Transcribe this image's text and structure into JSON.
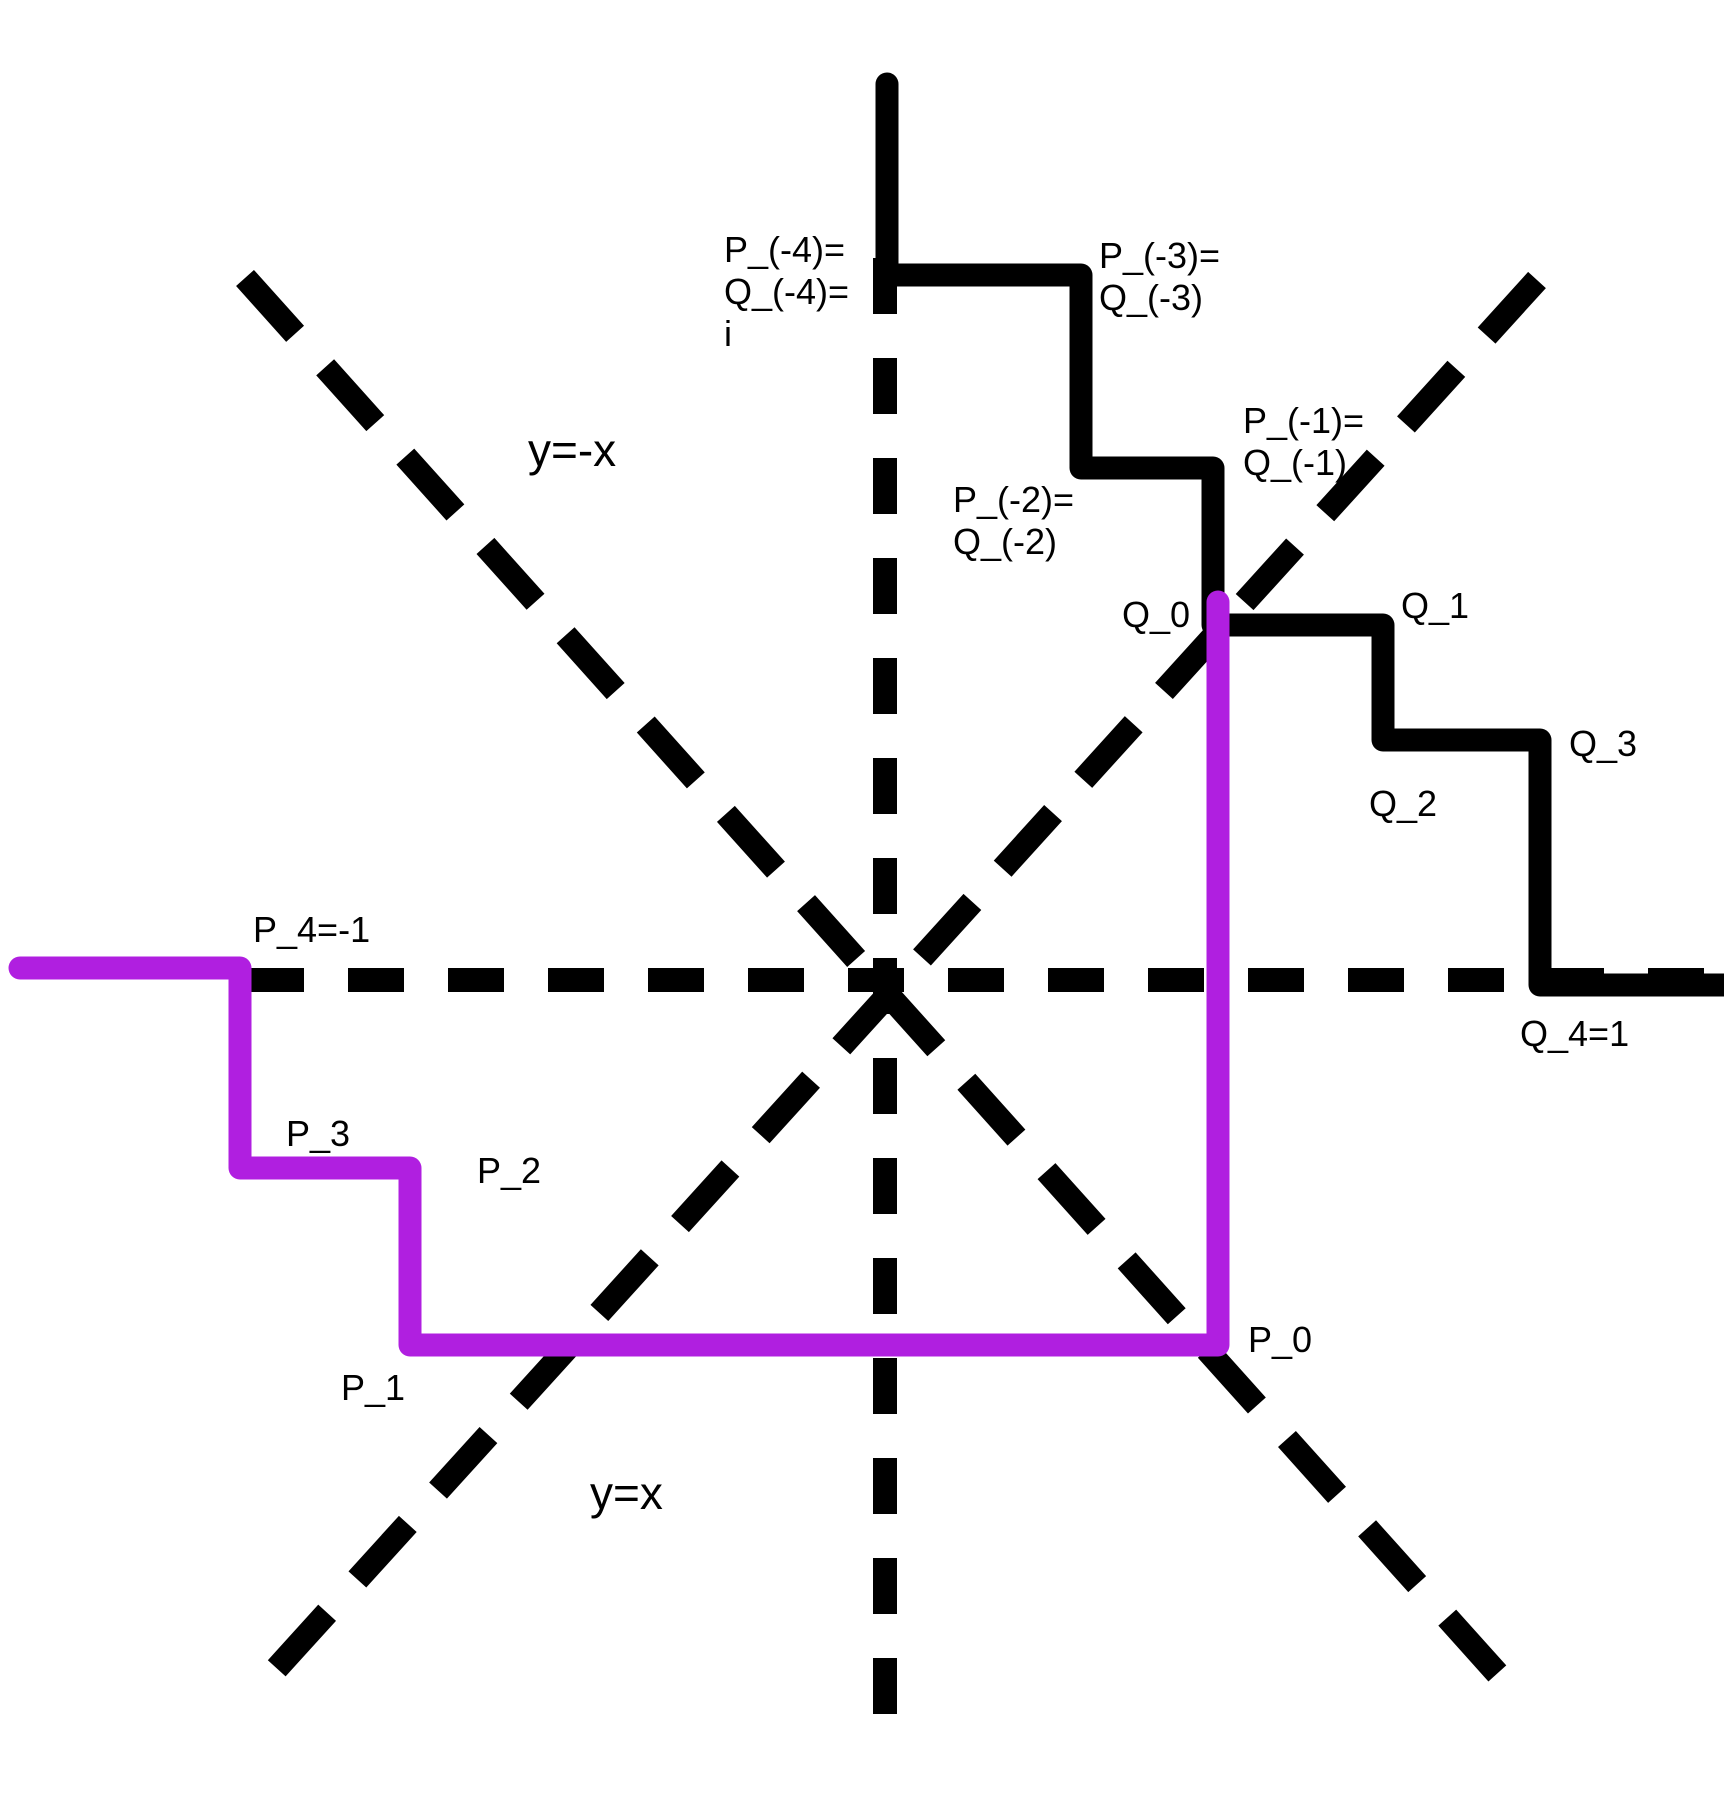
{
  "colors": {
    "axes": "#000000",
    "q_path": "#000000",
    "p_path": "#b01fe0",
    "background": "#ffffff"
  },
  "line_labels": {
    "y_neg_x": "y=-x",
    "y_x": "y=x"
  },
  "point_labels": {
    "p_neg4": [
      "P_(-4)=",
      "Q_(-4)=",
      "i"
    ],
    "p_neg3": [
      "P_(-3)=",
      "Q_(-3)"
    ],
    "p_neg2": [
      "P_(-2)=",
      "Q_(-2)"
    ],
    "p_neg1": [
      "P_(-1)=",
      "Q_(-1)"
    ],
    "q0": "Q_0",
    "q1": "Q_1",
    "q2": "Q_2",
    "q3": "Q_3",
    "q4": "Q_4=1",
    "p0": "P_0",
    "p1": "P_1",
    "p2": "P_2",
    "p3": "P_3",
    "p4": "P_4=-1"
  }
}
